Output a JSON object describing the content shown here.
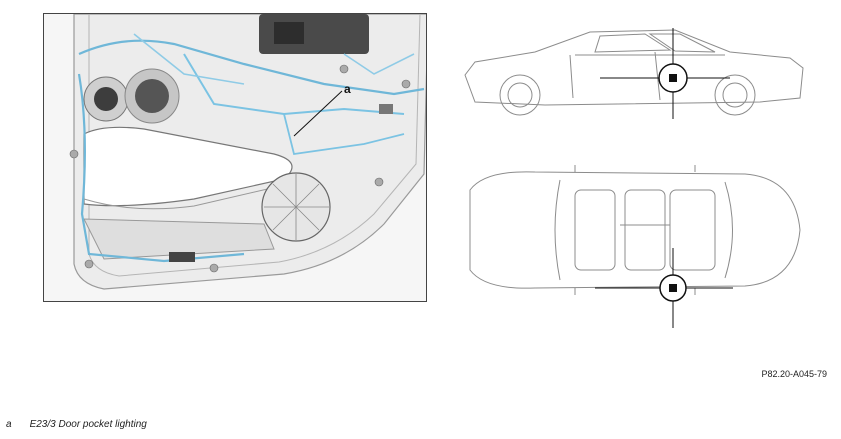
{
  "figure": {
    "callout_label": "a",
    "reference_code": "P82.20-A045-79"
  },
  "legend": [
    {
      "key": "a",
      "description": "E23/3 Door pocket lighting"
    }
  ]
}
